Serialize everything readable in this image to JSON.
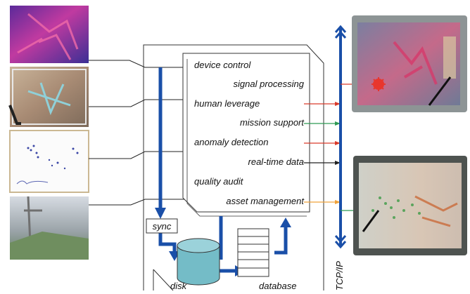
{
  "modules": [
    {
      "label": "device control",
      "align": "left"
    },
    {
      "label": "signal processing",
      "align": "right"
    },
    {
      "label": "human leverage",
      "align": "left"
    },
    {
      "label": "mission support",
      "align": "right"
    },
    {
      "label": "anomaly detection",
      "align": "left"
    },
    {
      "label": "real-time data",
      "align": "right"
    },
    {
      "label": "quality audit",
      "align": "left"
    },
    {
      "label": "asset management",
      "align": "right"
    }
  ],
  "sync_label": "sync",
  "disk_label": "disk",
  "database_label": "database",
  "bus_label": "TCP/IP",
  "colors": {
    "bus": "#1a4fa8",
    "red_line": "#d93a2b",
    "green_line": "#2f9a55",
    "orange_line": "#f0a23a",
    "dark_line": "#222222",
    "disk_fill": "#74bcc7"
  },
  "input_images": [
    "thermal-image",
    "aerial-photo-image",
    "sparse-points-image",
    "street-photo-image"
  ],
  "output_displays": [
    "tablet-display-top",
    "tablet-display-bottom"
  ]
}
